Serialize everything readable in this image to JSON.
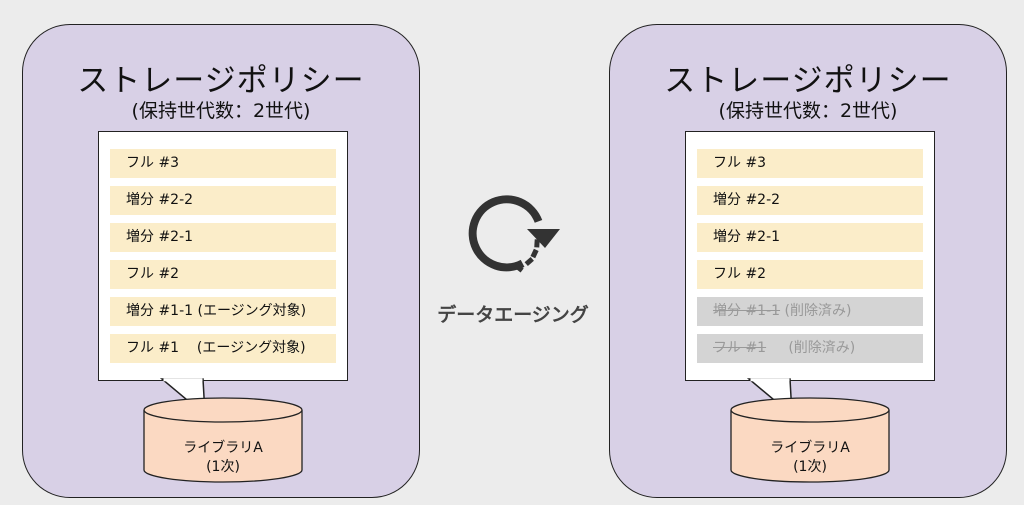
{
  "policy_title": "ストレージポリシー",
  "policy_subtitle": "(保持世代数：2世代)",
  "before": {
    "generations": [
      {
        "name": "フル #3",
        "note": ""
      },
      {
        "name": "増分 #2-2",
        "note": ""
      },
      {
        "name": "増分 #2-1",
        "note": ""
      },
      {
        "name": "フル #2",
        "note": ""
      },
      {
        "name": "増分 #1-1",
        "note": " (エージング対象)"
      },
      {
        "name": "フル #1",
        "note": "    (エージング対象)"
      }
    ]
  },
  "after": {
    "generations": [
      {
        "name": "フル #3",
        "note": ""
      },
      {
        "name": "増分 #2-2",
        "note": ""
      },
      {
        "name": "増分 #2-1",
        "note": ""
      },
      {
        "name": "フル #2",
        "note": ""
      },
      {
        "name": "増分 #1-1",
        "note": " (削除済み)",
        "deleted": true
      },
      {
        "name": "フル #1",
        "note": "     (削除済み)",
        "deleted": true
      }
    ]
  },
  "library": {
    "line1": "ライブラリA",
    "line2": "(1次)"
  },
  "process_label": "データエージング",
  "colors": {
    "policy_bg": "#d8d0e6",
    "generation_bg": "#fbedc9",
    "deleted_bg": "#d4d4d4",
    "library_fill": "#fbd9c2",
    "cycle_arrow": "#333333"
  },
  "icons": {
    "cycle": "refresh-cycle-icon"
  }
}
